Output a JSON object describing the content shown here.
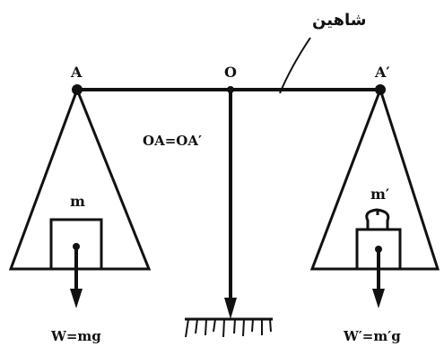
{
  "labels": {
    "beam_name": "شاهین",
    "left_point": "A",
    "center_point": "O",
    "right_point": "A′",
    "equal_arms": "OA=OA′",
    "left_mass": "m",
    "right_mass": "m′",
    "left_weight": "W=mg",
    "right_weight": "W′=m′g"
  }
}
